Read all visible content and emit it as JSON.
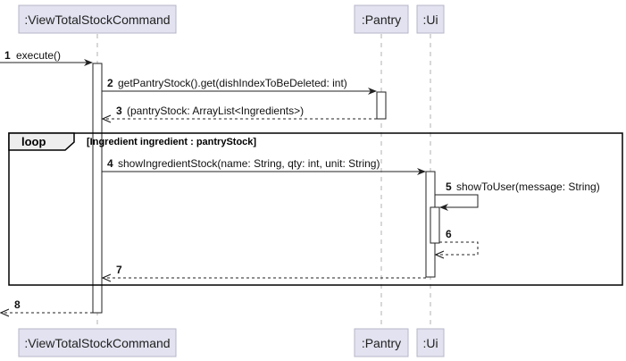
{
  "participants": {
    "cmd": ":ViewTotalStockCommand",
    "pantry": ":Pantry",
    "ui": ":Ui"
  },
  "loop": {
    "label": "loop",
    "guard": "[Ingredient ingredient : pantryStock]"
  },
  "messages": [
    {
      "num": "1",
      "text": "execute()",
      "type": "call"
    },
    {
      "num": "2",
      "text": "getPantryStock().get(dishIndexToBeDeleted: int)",
      "type": "call"
    },
    {
      "num": "3",
      "text": "(pantryStock: ArrayList<Ingredients>)",
      "type": "return"
    },
    {
      "num": "4",
      "text": "showIngredientStock(name: String, qty: int, unit: String)",
      "type": "call"
    },
    {
      "num": "5",
      "text": "showToUser(message: String)",
      "type": "self-call"
    },
    {
      "num": "6",
      "text": "",
      "type": "self-return"
    },
    {
      "num": "7",
      "text": "",
      "type": "return"
    },
    {
      "num": "8",
      "text": "",
      "type": "return"
    }
  ],
  "colors": {
    "participant_fill": "#e2e2f0",
    "participant_border": "#b5b5c8",
    "line": "#222222",
    "loop_tab": "#eeeeee"
  }
}
